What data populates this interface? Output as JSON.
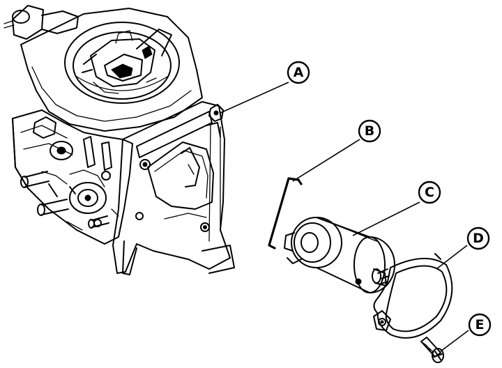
{
  "callouts": [
    {
      "letter": "A",
      "part": "bracket-bolt"
    },
    {
      "letter": "B",
      "part": "link-rod"
    },
    {
      "letter": "C",
      "part": "solenoid-unit"
    },
    {
      "letter": "D",
      "part": "gasket"
    },
    {
      "letter": "E",
      "part": "screw"
    }
  ],
  "colors": {
    "ink": "#000000",
    "paper": "#ffffff"
  }
}
